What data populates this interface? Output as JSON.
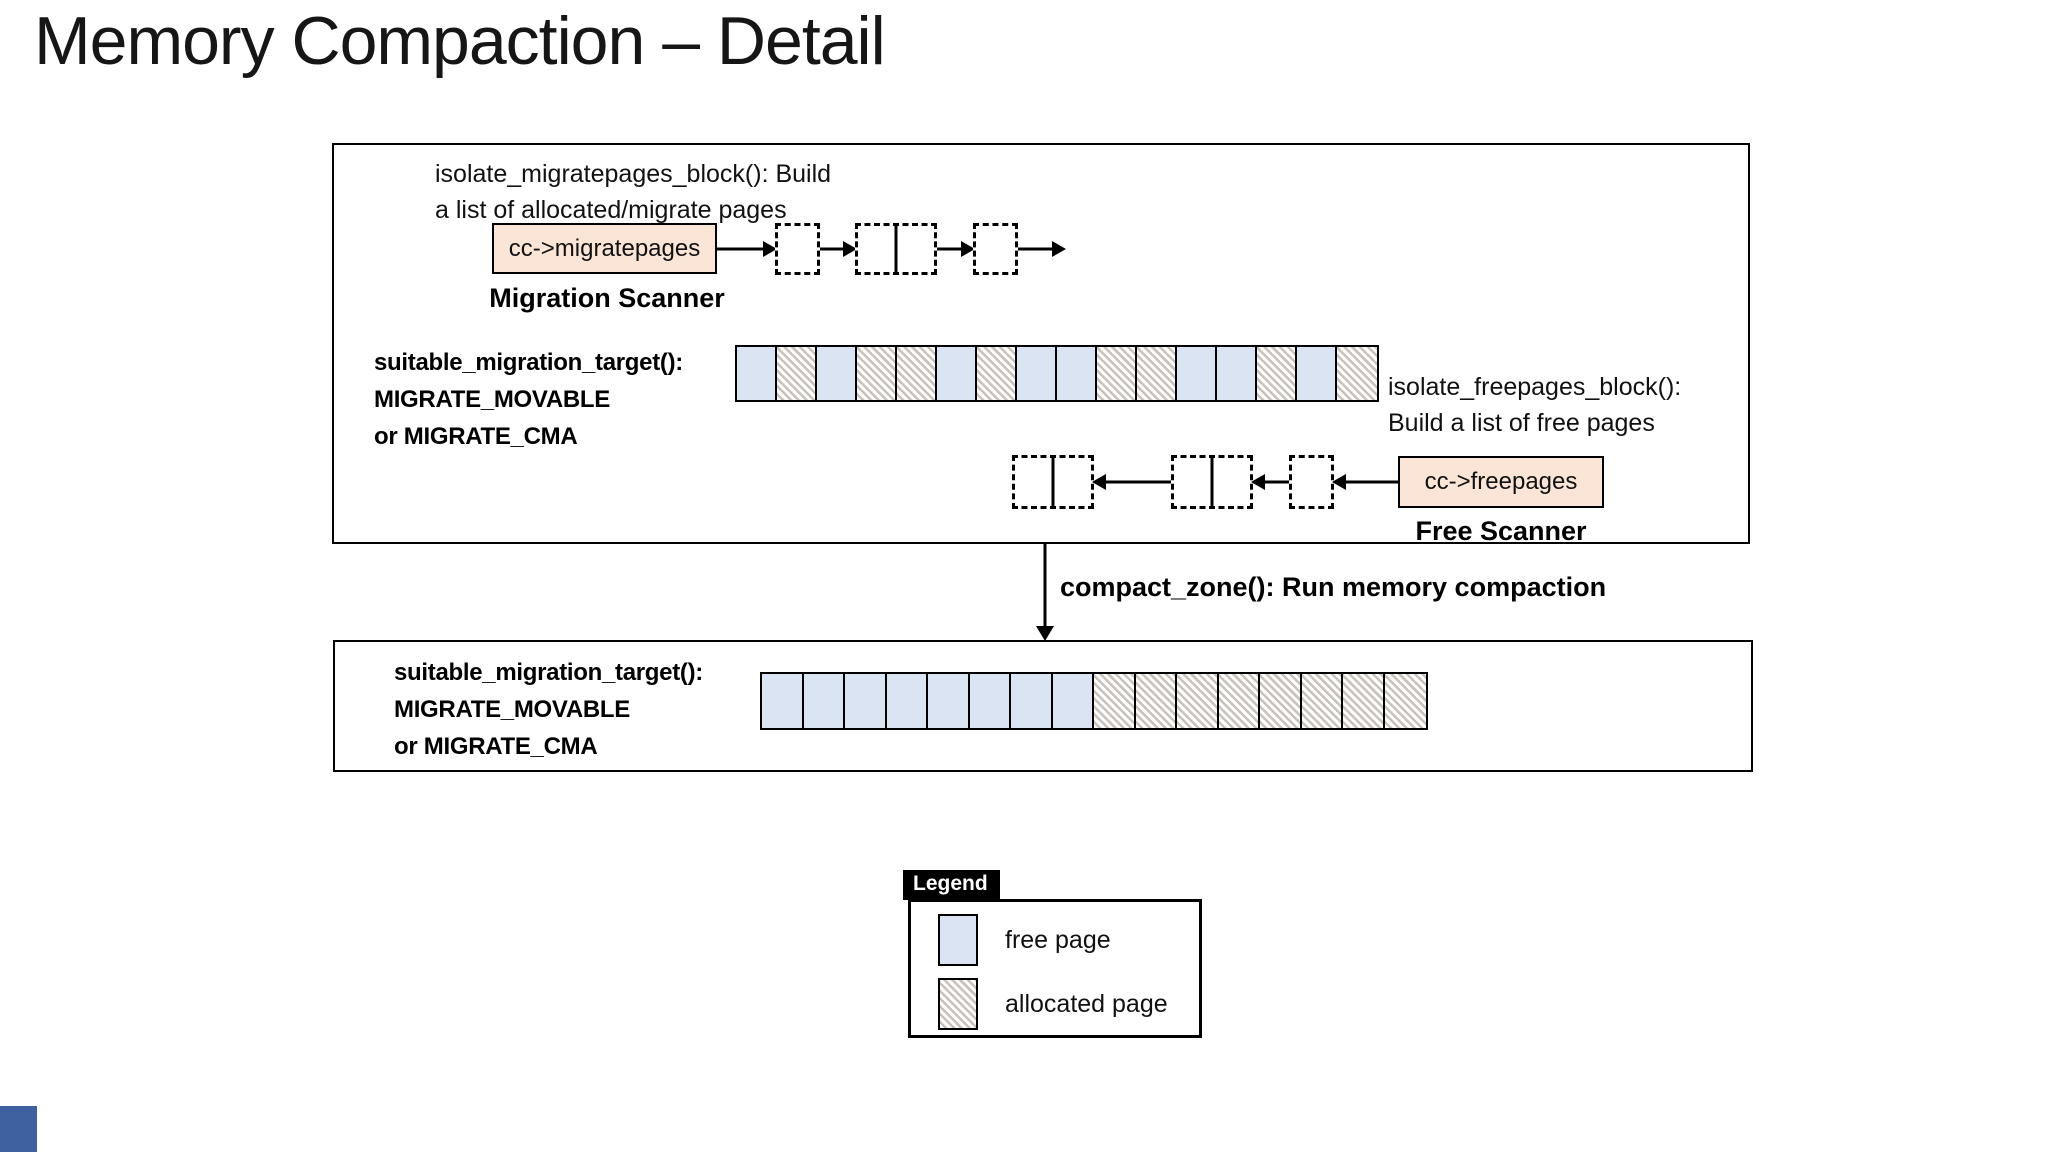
{
  "title": "Memory Compaction – Detail",
  "colors": {
    "accent_peach": "#fbe5d6",
    "free_page": "#dbe4f2",
    "hatch_line": "#c9c2ba",
    "border": "#000000",
    "corner_accent": "#3f619f"
  },
  "zone_before": {
    "migrate_note_line1": "isolate_migratepages_block(): Build",
    "migrate_note_line2": "a list of allocated/migrate pages",
    "cc_migratepages": "cc->migratepages",
    "migration_scanner": "Migration Scanner",
    "suitable_line1": "suitable_migration_target():",
    "suitable_line2": "MIGRATE_MOVABLE",
    "suitable_line3": "or MIGRATE_CMA",
    "migration_list_nodes": [
      "single",
      "double",
      "single"
    ],
    "memory_row": [
      "free",
      "allocated",
      "free",
      "allocated",
      "allocated",
      "free",
      "allocated",
      "free",
      "free",
      "allocated",
      "allocated",
      "free",
      "free",
      "allocated",
      "free",
      "allocated"
    ],
    "free_note_line1": "isolate_freepages_block():",
    "free_note_line2": "Build a list of free pages",
    "free_list_nodes": [
      "double",
      "double",
      "single"
    ],
    "cc_freepages": "cc->freepages",
    "free_scanner": "Free Scanner"
  },
  "compact_label": "compact_zone(): Run memory compaction",
  "zone_after": {
    "suitable_line1": "suitable_migration_target():",
    "suitable_line2": "MIGRATE_MOVABLE",
    "suitable_line3": "or MIGRATE_CMA",
    "memory_row": [
      "free",
      "free",
      "free",
      "free",
      "free",
      "free",
      "free",
      "free",
      "allocated",
      "allocated",
      "allocated",
      "allocated",
      "allocated",
      "allocated",
      "allocated",
      "allocated"
    ]
  },
  "legend": {
    "title": "Legend",
    "items": [
      {
        "label": "free page",
        "type": "free"
      },
      {
        "label": "allocated page",
        "type": "allocated"
      }
    ]
  }
}
